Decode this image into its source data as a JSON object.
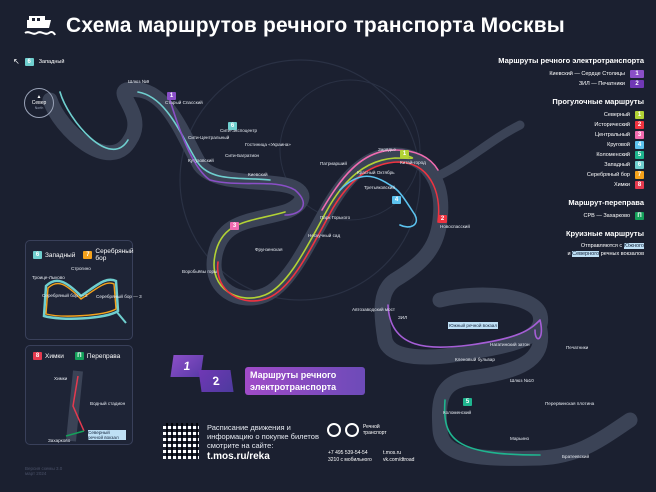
{
  "header": {
    "title": "Схема маршрутов речного транспорта Москвы",
    "icon": "boat-icon"
  },
  "compass": {
    "label": "Север",
    "sub": "North"
  },
  "top_left_route": {
    "num": "6",
    "name": "Западный"
  },
  "colors": {
    "bg": "#1b2030",
    "river": "#3b4356",
    "r1": "#b2d235",
    "r2": "#ef3340",
    "r3": "#f06bb0",
    "r4": "#5cc3ef",
    "r5": "#1fb58f",
    "r6": "#6fcfcf",
    "r7": "#f5a21b",
    "r8": "#e53a4f",
    "e1": "#8a4fc7",
    "e2": "#7038b5",
    "ferry": "#14a05a"
  },
  "legend": {
    "electric_title": "Маршруты речного электротранспорта",
    "electric": [
      {
        "name": "Киевский — Сердце Столицы",
        "num": "1"
      },
      {
        "name": "ЗИЛ — Печатники",
        "num": "2"
      }
    ],
    "walking_title": "Прогулочные маршруты",
    "walking": [
      {
        "name": "Северный",
        "num": "1"
      },
      {
        "name": "Исторический",
        "num": "2"
      },
      {
        "name": "Центральный",
        "num": "3"
      },
      {
        "name": "Круговой",
        "num": "4"
      },
      {
        "name": "Коломенский",
        "num": "5"
      },
      {
        "name": "Западный",
        "num": "6"
      },
      {
        "name": "Серебряный бор",
        "num": "7"
      },
      {
        "name": "Химки",
        "num": "8"
      }
    ],
    "ferry_title": "Маршрут-переправа",
    "ferry": {
      "name": "СРВ — Захарково",
      "num": "П"
    },
    "cruise_title": "Круизные маршруты",
    "cruise_pre": "Отправляются с",
    "cruise_south": "Южного",
    "cruise_and": "и",
    "cruise_north": "Северного",
    "cruise_post": "речных вокзалов"
  },
  "inset1": {
    "r6": "6",
    "r6_name": "Западный",
    "r7": "7",
    "r7_name": "Серебряный бор",
    "stations": [
      "Троице-Лыково",
      "Серебряный бор — 2",
      "Серебряный бор — 3",
      "Строгино"
    ]
  },
  "inset2": {
    "r8": "8",
    "r8_name": "Химки",
    "rp": "П",
    "rp_name": "Переправа",
    "stations": [
      "Химки",
      "Захарково",
      "Северный речной вокзал",
      "Водный стадион"
    ]
  },
  "version": {
    "line1": "Версия схемы 3.0",
    "line2": "март 2024"
  },
  "promo": {
    "n1": "1",
    "n2": "2",
    "text": "Маршруты речного электротранспорта"
  },
  "info": {
    "text": "Расписание движения и информацию о покупке билетов смотрите на сайте:",
    "url": "t.mos.ru/reka"
  },
  "contacts": {
    "brand": "Речной транспорт",
    "phone": "+7 495 539-54-54",
    "short": "3210 с мобильного",
    "site": "t.mos.ru",
    "vk": "vk.com/dtroad"
  },
  "stations": [
    "Шлюз №9",
    "Старый Спасский",
    "Кутузовский",
    "Сити-Центральный",
    "Сити-Экспоцентр",
    "Сити-Багратион",
    "Гостиница «Украина»",
    "Киевский",
    "Воробьёвы горы",
    "Фрунзенская",
    "Нескучный сад",
    "Парк Горького",
    "Патриарший",
    "Красный Октябрь",
    "Третьяковский",
    "Зарядье",
    "Китай-город",
    "Новоспасский",
    "Автозаводский мост",
    "ЗИЛ",
    "Южный речной вокзал",
    "Кленовый бульвар",
    "Нагатинский затон",
    "Печатники",
    "Шлюз №10",
    "Коломенский",
    "Марьино",
    "Братеевский",
    "Перервинская плотина"
  ],
  "badges": {
    "b1": "1",
    "b2": "2",
    "b3": "3",
    "b4": "4",
    "b5": "5",
    "b6": "6"
  }
}
